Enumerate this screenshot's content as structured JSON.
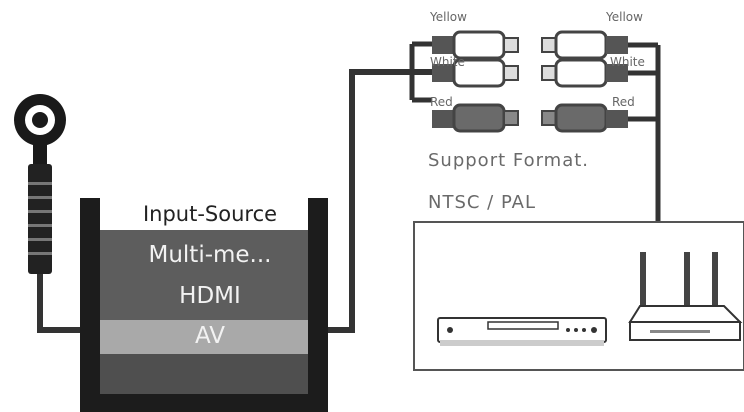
{
  "input_source": {
    "title": "Input-Source",
    "items": [
      "Multi-me...",
      "HDMI",
      "AV"
    ],
    "selected": "AV"
  },
  "cable_labels": {
    "left": [
      "Yellow",
      "White",
      "Red"
    ],
    "right": [
      "Yellow",
      "White",
      "Red"
    ]
  },
  "support": {
    "line1": "Support Format.",
    "line2": "NTSC / PAL"
  },
  "colors": {
    "cable": "#333333",
    "menu_dark": "#5a5a5a",
    "menu_selected": "#a8a8a8"
  }
}
